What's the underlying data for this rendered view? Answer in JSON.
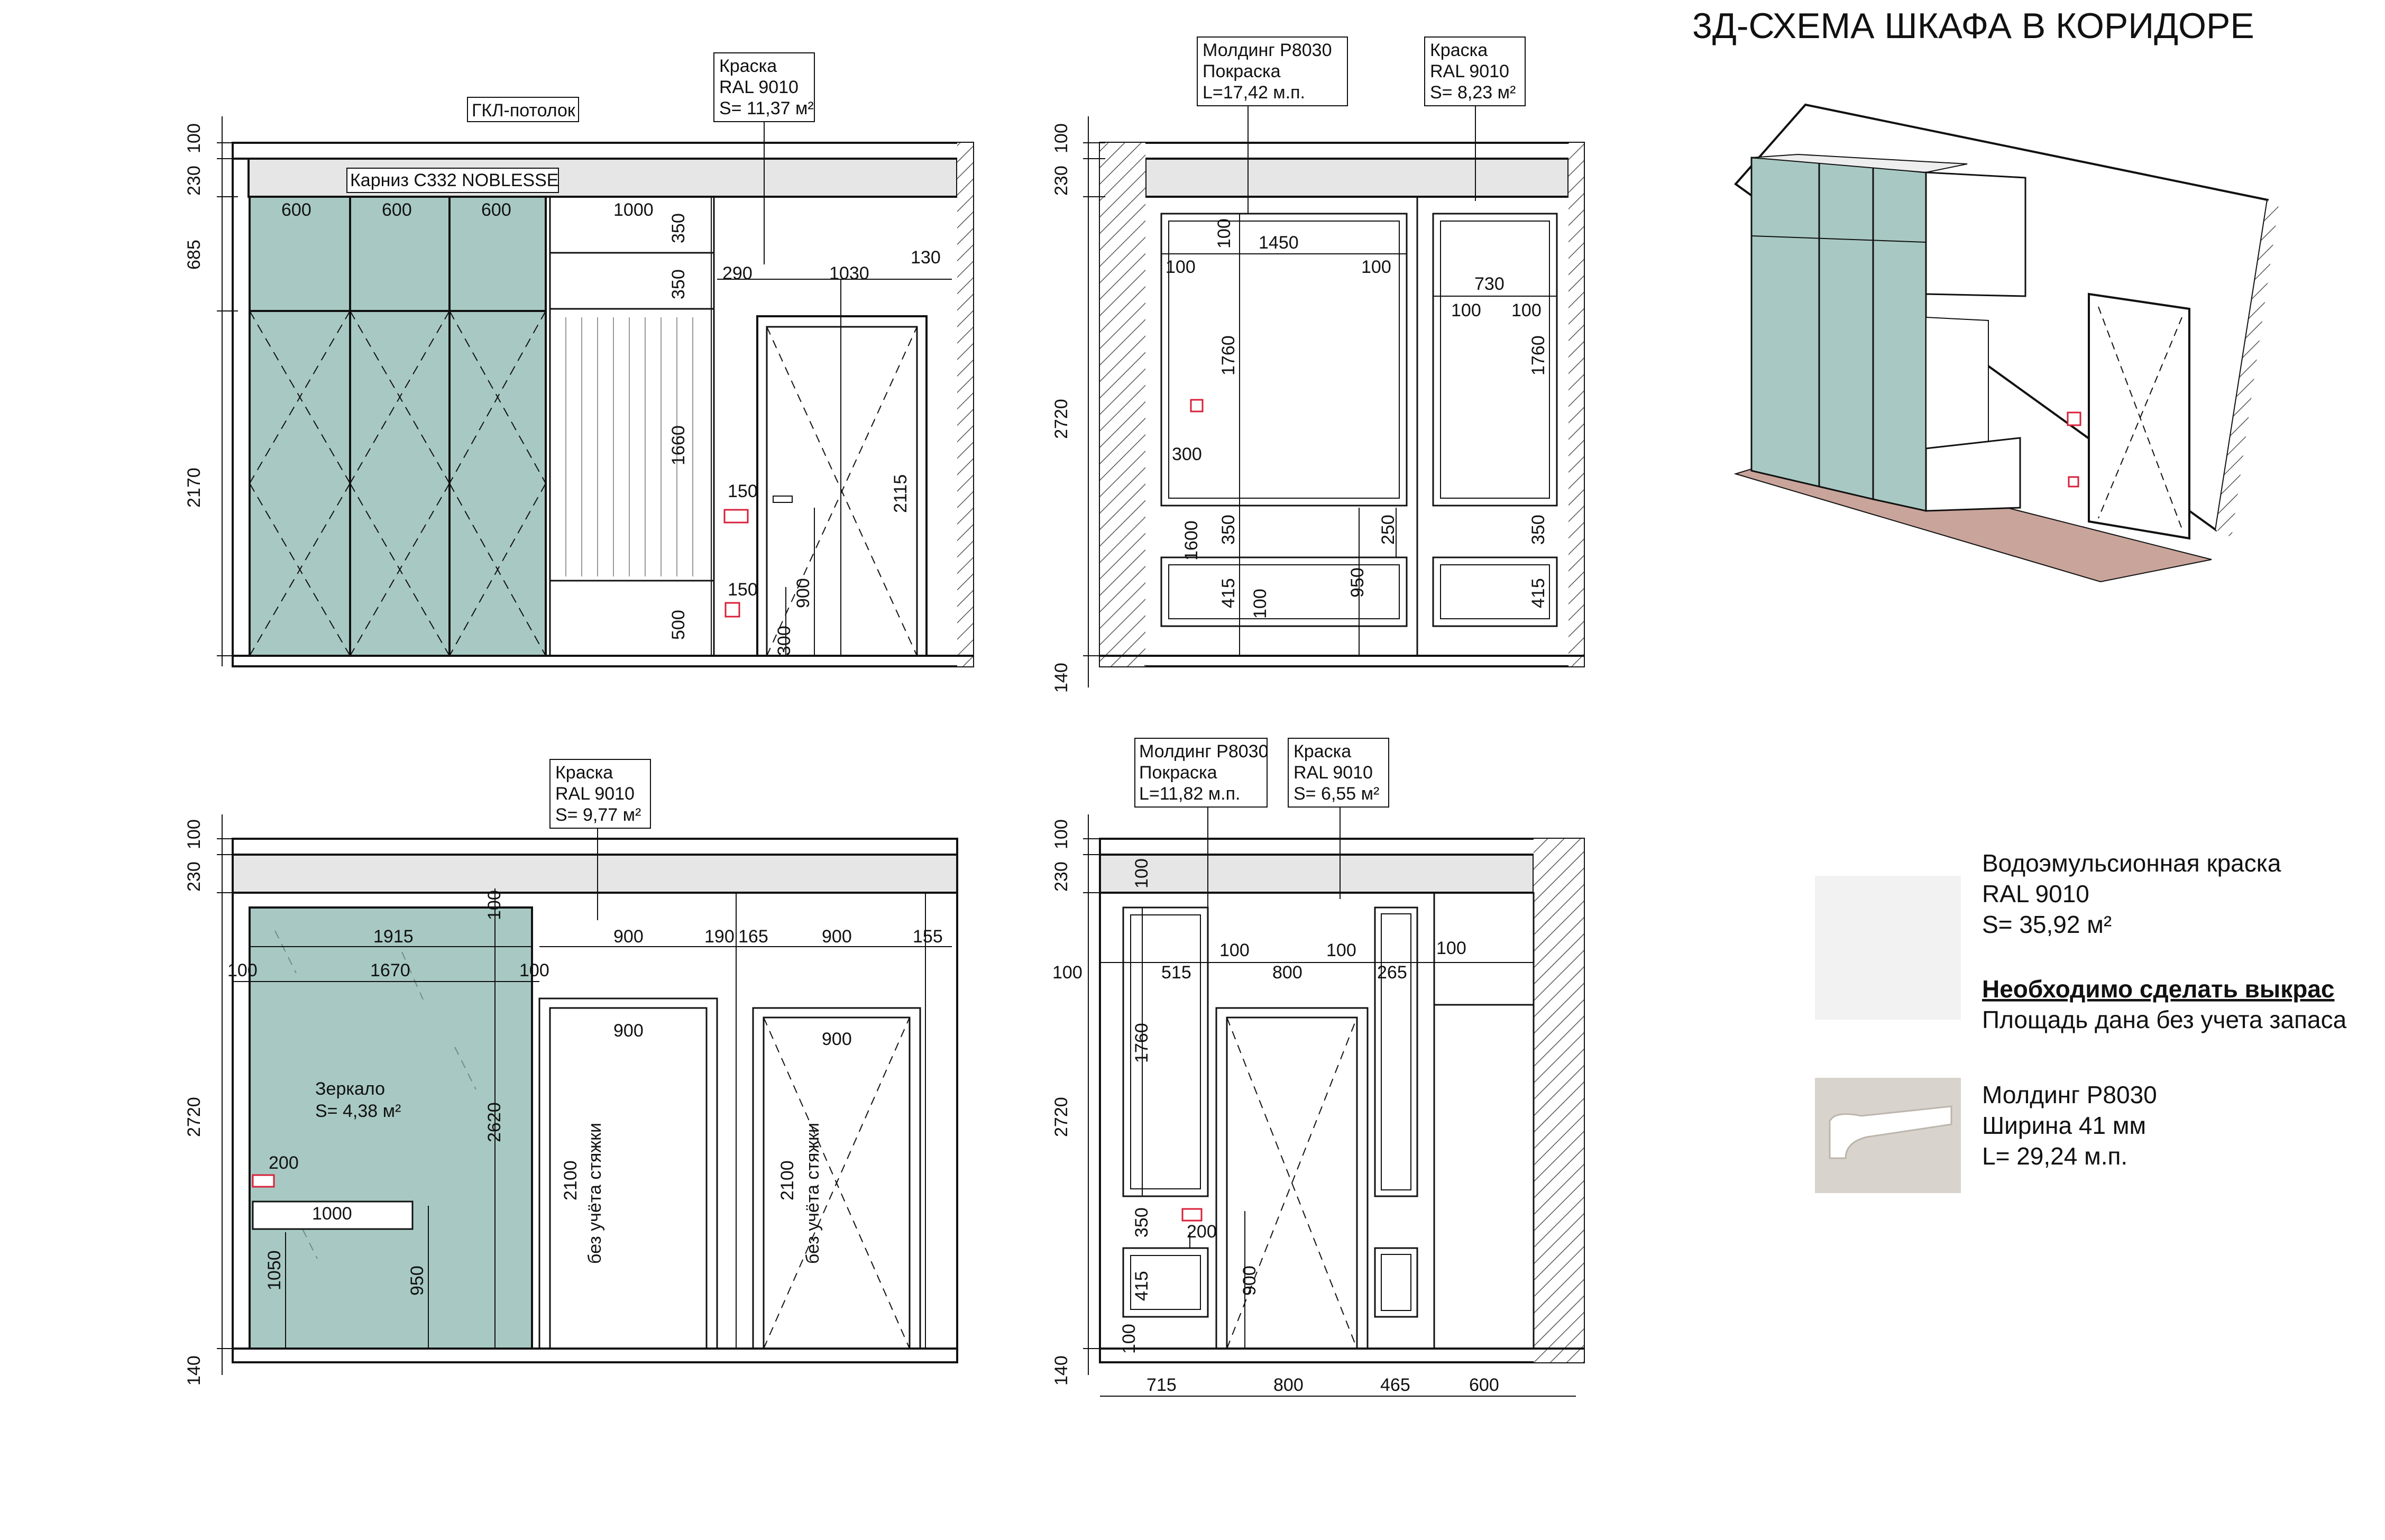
{
  "title": "3Д-СХЕМА ШКАФА В КОРИДОРЕ",
  "colors": {
    "glass": "#a8c9c3",
    "ceiling": "#e6e6e6",
    "line": "#111111",
    "accent": "#d9203a",
    "floor": "#c9a49a",
    "paint_swatch": "#f2f2f2",
    "molding_swatch": "#d8d3cc"
  },
  "views": {
    "v1": {
      "callout_paint": {
        "l1": "Краска",
        "l2": "RAL 9010",
        "l3": "S= 11,37 м²"
      },
      "label_ceiling": "ГКЛ-потолок",
      "label_cornice": "Карниз С332 NOBLESSE",
      "dims": {
        "h100": "100",
        "h230": "230",
        "h685": "685",
        "h2170": "2170",
        "w600a": "600",
        "w600b": "600",
        "w600c": "600",
        "w1000": "1000",
        "d350a": "350",
        "d350b": "350",
        "d1660": "1660",
        "d500": "500",
        "w290": "290",
        "w1030": "1030",
        "w130": "130",
        "d150a": "150",
        "d150b": "150",
        "d2115": "2115",
        "d900": "900",
        "d300": "300"
      }
    },
    "v2": {
      "callout_molding": {
        "l1": "Молдинг Р8030",
        "l2": "Покраска",
        "l3": "L=17,42 м.п."
      },
      "callout_paint": {
        "l1": "Краска",
        "l2": "RAL 9010",
        "l3": "S= 8,23 м²"
      },
      "dims": {
        "h100": "100",
        "h230": "230",
        "h2720": "2720",
        "h140": "140",
        "d100top": "100",
        "w1450": "1450",
        "d100l": "100",
        "d100r": "100",
        "d1760a": "1760",
        "d300": "300",
        "w730": "730",
        "d100c": "100",
        "d100d": "100",
        "d1760b": "1760",
        "d1600": "1600",
        "d350a": "350",
        "d250": "250",
        "d350b": "350",
        "d415a": "415",
        "d100e": "100",
        "d950": "950",
        "d415b": "415"
      }
    },
    "v3": {
      "callout_paint": {
        "l1": "Краска",
        "l2": "RAL 9010",
        "l3": "S= 9,77 м²"
      },
      "mirror_label": {
        "l1": "Зеркало",
        "l2": "S= 4,38 м²"
      },
      "door_note_a": "без учёта стяжки",
      "door_note_b": "без учёта стяжки",
      "dims": {
        "h100": "100",
        "h230": "230",
        "h2720": "2720",
        "h140": "140",
        "w1915": "1915",
        "d100a": "100",
        "w1670": "1670",
        "d100b": "100",
        "d100c": "100",
        "w900a": "900",
        "w190": "190",
        "w165": "165",
        "w900b": "900",
        "w155": "155",
        "w900c": "900",
        "w900d": "900",
        "d2620": "2620",
        "d200": "200",
        "w1000": "1000",
        "d1050": "1050",
        "d950": "950",
        "d2100a": "2100",
        "d2100b": "2100"
      }
    },
    "v4": {
      "callout_molding": {
        "l1": "Молдинг Р8030",
        "l2": "Покраска",
        "l3": "L=11,82 м.п."
      },
      "callout_paint": {
        "l1": "Краска",
        "l2": "RAL 9010",
        "l3": "S= 6,55 м²"
      },
      "dims": {
        "h100": "100",
        "h230": "230",
        "h2720": "2720",
        "h140": "140",
        "d100top": "100",
        "d100l": "100",
        "w515": "515",
        "d100a": "100",
        "w800a": "800",
        "d100b": "100",
        "w265": "265",
        "d100c": "100",
        "d1760": "1760",
        "d350": "350",
        "d200": "200",
        "d415": "415",
        "d900": "900",
        "d100bot": "100",
        "w715": "715",
        "w800b": "800",
        "w465": "465",
        "w600": "600"
      }
    }
  },
  "legend": {
    "paint": {
      "l1": "Водоэмульсионная краска",
      "l2": "RAL 9010",
      "l3": "S= 35,92 м²",
      "note_bold": "Необходимо сделать выкрас",
      "note": "Площадь дана без учета запаса"
    },
    "molding": {
      "l1": "Молдинг Р8030",
      "l2": "Ширина 41 мм",
      "l3": "L= 29,24 м.п."
    }
  }
}
